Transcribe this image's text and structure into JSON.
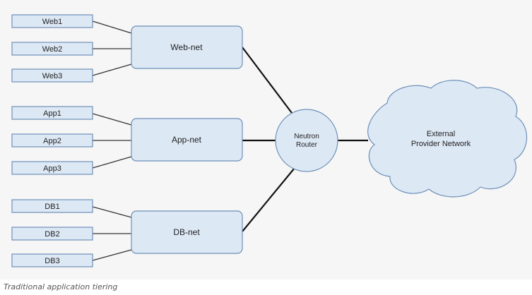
{
  "diagram": {
    "vm_groups": [
      {
        "items": [
          "Web1",
          "Web2",
          "Web3"
        ],
        "network": "Web-net"
      },
      {
        "items": [
          "App1",
          "App2",
          "App3"
        ],
        "network": "App-net"
      },
      {
        "items": [
          "DB1",
          "DB2",
          "DB3"
        ],
        "network": "DB-net"
      }
    ],
    "router": {
      "line1": "Neutron",
      "line2": "Router"
    },
    "external": {
      "line1": "External",
      "line2": "Provider Network"
    }
  },
  "caption": "Traditional application tiering",
  "colors": {
    "node_fill": "#dde8f5",
    "node_stroke": "#6d90b8"
  }
}
